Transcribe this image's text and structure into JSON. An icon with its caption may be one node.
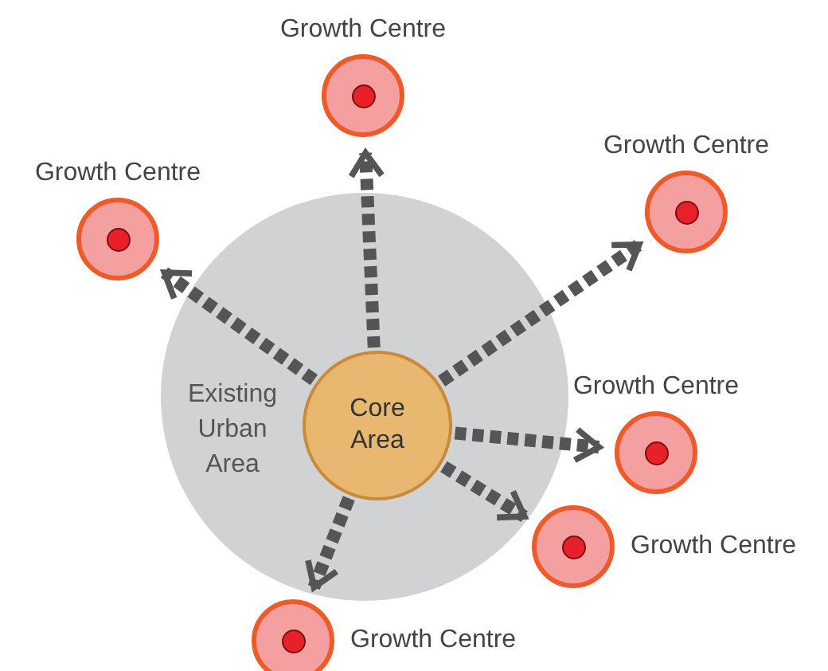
{
  "diagram": {
    "nodes": [
      {
        "text": [
          "Existing Urban Area"
        ]
      },
      {
        "text": [
          "Core Area"
        ],
        "in": 0
      },
      {
        "text": [
          "Growth Centre"
        ]
      },
      {
        "text": [
          "Growth Centre"
        ]
      },
      {
        "text": [
          "Growth Centre"
        ]
      },
      {
        "text": [
          "Growth Centre"
        ]
      },
      {
        "text": [
          "Growth Centre"
        ]
      },
      {
        "text": [
          "Growth Centre"
        ]
      }
    ],
    "edges": [
      {
        "from": 1,
        "to": 2,
        "arrow": "to",
        "style": "dashed"
      },
      {
        "from": 1,
        "to": 3,
        "arrow": "to",
        "style": "dashed"
      },
      {
        "from": 1,
        "to": 4,
        "arrow": "to",
        "style": "dashed"
      },
      {
        "from": 1,
        "to": 5,
        "arrow": "to",
        "style": "dashed"
      },
      {
        "from": 1,
        "to": 6,
        "arrow": "to",
        "style": "dashed"
      },
      {
        "from": 1,
        "to": 7,
        "arrow": "to",
        "style": "dashed"
      }
    ]
  }
}
